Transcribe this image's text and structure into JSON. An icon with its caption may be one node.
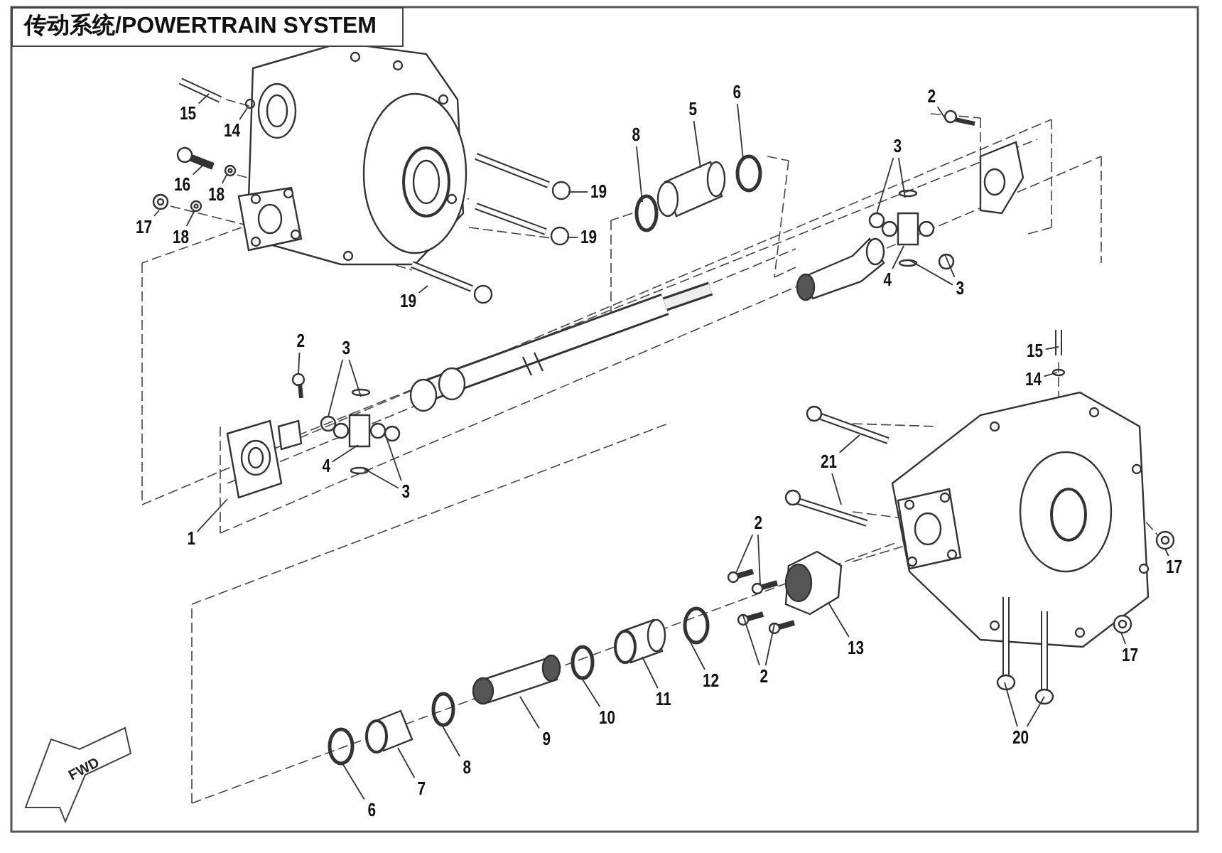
{
  "diagram": {
    "title": "传动系统/POWERTRAIN SYSTEM",
    "nodes": [
      {
        "text": [
          "15"
        ]
      },
      {
        "text": [
          "14"
        ]
      },
      {
        "text": [
          "16"
        ]
      },
      {
        "text": [
          "18"
        ]
      },
      {
        "text": [
          "17"
        ]
      },
      {
        "text": [
          "18"
        ]
      },
      {
        "text": [
          "19"
        ]
      },
      {
        "text": [
          "19"
        ]
      },
      {
        "text": [
          "19"
        ]
      },
      {
        "text": [
          "8"
        ]
      },
      {
        "text": [
          "5"
        ]
      },
      {
        "text": [
          "6"
        ]
      },
      {
        "text": [
          "2"
        ]
      },
      {
        "text": [
          "3"
        ]
      },
      {
        "text": [
          "4"
        ]
      },
      {
        "text": [
          "3"
        ]
      },
      {
        "text": [
          "15"
        ]
      },
      {
        "text": [
          "14"
        ]
      },
      {
        "text": [
          "2"
        ]
      },
      {
        "text": [
          "3"
        ]
      },
      {
        "text": [
          "4"
        ]
      },
      {
        "text": [
          "3"
        ]
      },
      {
        "text": [
          "1"
        ]
      },
      {
        "text": [
          "21"
        ]
      },
      {
        "text": [
          "2"
        ]
      },
      {
        "text": [
          "2"
        ]
      },
      {
        "text": [
          "13"
        ]
      },
      {
        "text": [
          "17"
        ]
      },
      {
        "text": [
          "17"
        ]
      },
      {
        "text": [
          "20"
        ]
      },
      {
        "text": [
          "12"
        ]
      },
      {
        "text": [
          "11"
        ]
      },
      {
        "text": [
          "10"
        ]
      },
      {
        "text": [
          "9"
        ]
      },
      {
        "text": [
          "8"
        ]
      },
      {
        "text": [
          "7"
        ]
      },
      {
        "text": [
          "6"
        ]
      },
      {
        "text": [],
        "shape": "picture"
      },
      {
        "text": [],
        "shape": "circle"
      },
      {
        "text": [],
        "shape": "picture"
      },
      {
        "text": [],
        "shape": "picture"
      },
      {
        "text": [],
        "shape": "picture"
      },
      {
        "text": [],
        "shape": "picture"
      },
      {
        "text": [],
        "shape": "picture"
      },
      {
        "text": [],
        "shape": "picture"
      },
      {
        "text": [],
        "shape": "picture"
      },
      {
        "text": [],
        "shape": "circle"
      },
      {
        "text": [],
        "shape": "picture"
      },
      {
        "text": [],
        "shape": "circle"
      },
      {
        "text": [],
        "shape": "picture"
      },
      {
        "text": [],
        "shape": "circle"
      },
      {
        "text": [],
        "shape": "circle"
      },
      {
        "text": [],
        "shape": "picture"
      },
      {
        "text": [],
        "shape": "circle"
      },
      {
        "text": [],
        "shape": "circle"
      },
      {
        "text": [],
        "shape": "picture"
      },
      {
        "text": [],
        "shape": "circle"
      },
      {
        "text": [],
        "shape": "picture"
      },
      {
        "text": [],
        "shape": "circle"
      },
      {
        "text": [],
        "shape": "circle"
      },
      {
        "text": [],
        "shape": "picture"
      },
      {
        "text": [],
        "shape": "circle"
      },
      {
        "text": [],
        "shape": "circle"
      },
      {
        "text": [],
        "shape": "picture"
      },
      {
        "text": [],
        "shape": "picture"
      },
      {
        "text": [],
        "shape": "picture"
      },
      {
        "text": [],
        "shape": "picture"
      },
      {
        "text": [],
        "shape": "picture"
      },
      {
        "text": [],
        "shape": "picture"
      },
      {
        "text": [],
        "shape": "picture"
      },
      {
        "text": [],
        "shape": "picture"
      },
      {
        "text": [],
        "shape": "picture"
      },
      {
        "text": [],
        "shape": "picture"
      },
      {
        "text": [],
        "shape": "picture"
      },
      {
        "text": [],
        "shape": "picture"
      },
      {
        "text": [],
        "shape": "circle"
      },
      {
        "text": [],
        "shape": "picture"
      },
      {
        "text": [],
        "shape": "circle"
      },
      {
        "text": [],
        "shape": "picture"
      },
      {
        "text": [],
        "shape": "circle"
      },
      {
        "text": [],
        "shape": "picture"
      },
      {
        "text": [],
        "shape": "circle"
      }
    ],
    "edges": [
      {
        "from": 0,
        "to": 37,
        "arrow": "none"
      },
      {
        "from": 1,
        "to": 38,
        "arrow": "none"
      },
      {
        "from": 2,
        "to": 39,
        "arrow": "none"
      },
      {
        "from": 3,
        "to": 40,
        "arrow": "none"
      },
      {
        "from": 4,
        "to": 41,
        "arrow": "none"
      },
      {
        "from": 5,
        "to": 42,
        "arrow": "none"
      },
      {
        "from": 6,
        "to": 43,
        "arrow": "none"
      },
      {
        "from": 7,
        "to": 44,
        "arrow": "none"
      },
      {
        "from": 8,
        "to": 45,
        "arrow": "none"
      },
      {
        "from": 9,
        "to": 46,
        "arrow": "none"
      },
      {
        "from": 10,
        "to": 47,
        "arrow": "none"
      },
      {
        "from": 11,
        "to": 48,
        "arrow": "none"
      },
      {
        "from": 12,
        "to": 49,
        "arrow": "none"
      },
      {
        "from": 13,
        "to": 50,
        "arrow": "none"
      },
      {
        "from": 13,
        "to": 51,
        "arrow": "none"
      },
      {
        "from": 14,
        "to": 52,
        "arrow": "none"
      },
      {
        "from": 15,
        "to": 53,
        "arrow": "none"
      },
      {
        "from": 15,
        "to": 54,
        "arrow": "none"
      },
      {
        "from": 16,
        "to": 55,
        "arrow": "none"
      },
      {
        "from": 17,
        "to": 56,
        "arrow": "none"
      },
      {
        "from": 18,
        "to": 57,
        "arrow": "none"
      },
      {
        "from": 19,
        "to": 58,
        "arrow": "none"
      },
      {
        "from": 19,
        "to": 59,
        "arrow": "none"
      },
      {
        "from": 20,
        "to": 60,
        "arrow": "none"
      },
      {
        "from": 21,
        "to": 61,
        "arrow": "none"
      },
      {
        "from": 21,
        "to": 62,
        "arrow": "none"
      },
      {
        "from": 22,
        "to": 63,
        "arrow": "none"
      },
      {
        "from": 23,
        "to": 64,
        "arrow": "none"
      },
      {
        "from": 23,
        "to": 65,
        "arrow": "none"
      },
      {
        "from": 24,
        "to": 66,
        "arrow": "none"
      },
      {
        "from": 24,
        "to": 67,
        "arrow": "none"
      },
      {
        "from": 25,
        "to": 68,
        "arrow": "none"
      },
      {
        "from": 25,
        "to": 69,
        "arrow": "none"
      },
      {
        "from": 26,
        "to": 70,
        "arrow": "none"
      },
      {
        "from": 27,
        "to": 71,
        "arrow": "none"
      },
      {
        "from": 28,
        "to": 72,
        "arrow": "none"
      },
      {
        "from": 29,
        "to": 73,
        "arrow": "none"
      },
      {
        "from": 29,
        "to": 74,
        "arrow": "none"
      },
      {
        "from": 30,
        "to": 75,
        "arrow": "none"
      },
      {
        "from": 31,
        "to": 76,
        "arrow": "none"
      },
      {
        "from": 32,
        "to": 77,
        "arrow": "none"
      },
      {
        "from": 33,
        "to": 78,
        "arrow": "none"
      },
      {
        "from": 34,
        "to": 79,
        "arrow": "none"
      },
      {
        "from": 35,
        "to": 80,
        "arrow": "none"
      },
      {
        "from": 36,
        "to": 81,
        "arrow": "none"
      }
    ],
    "labels": [
      "FWD"
    ]
  }
}
